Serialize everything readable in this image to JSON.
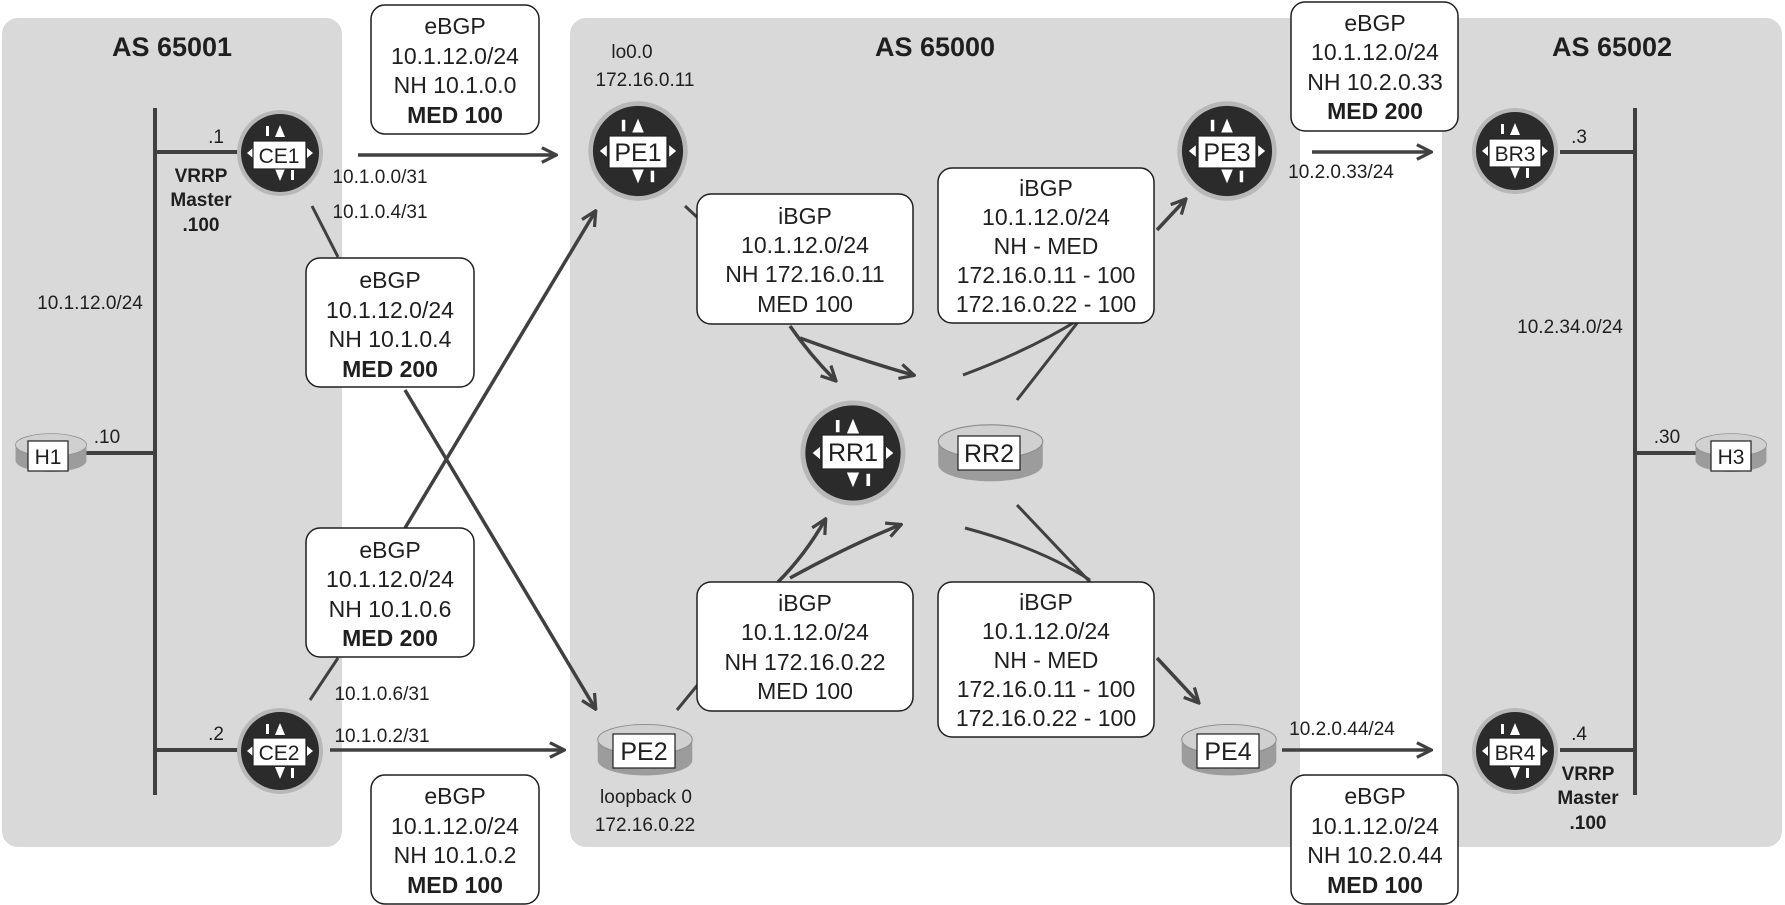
{
  "regions": {
    "as65001": "AS 65001",
    "as65000": "AS 65000",
    "as65002": "AS 65002"
  },
  "nodes": {
    "h1": "H1",
    "h3": "H3",
    "ce1": "CE1",
    "ce2": "CE2",
    "pe1": "PE1",
    "pe2": "PE2",
    "pe3": "PE3",
    "pe4": "PE4",
    "rr1": "RR1",
    "rr2": "RR2",
    "br3": "BR3",
    "br4": "BR4"
  },
  "labels": {
    "pe1_lo_name": "lo0.0",
    "pe1_lo_addr": "172.16.0.11",
    "pe2_lo_name": "loopback 0",
    "pe2_lo_addr": "172.16.0.22",
    "lan_left": "10.1.12.0/24",
    "lan_right": "10.2.34.0/24",
    "h1_addr": ".10",
    "h3_addr": ".30",
    "ce1_addr": ".1",
    "ce2_addr": ".2",
    "br3_addr": ".3",
    "br4_addr": ".4",
    "ce1_vrrp_1": "VRRP",
    "ce1_vrrp_2": "Master",
    "ce1_vrrp_3": ".100",
    "br4_vrrp_1": "VRRP",
    "br4_vrrp_2": "Master",
    "br4_vrrp_3": ".100",
    "link_ce1_pe1": "10.1.0.0/31",
    "link_ce1_pe2": "10.1.0.4/31",
    "link_ce2_pe1": "10.1.0.6/31",
    "link_ce2_pe2": "10.1.0.2/31",
    "link_pe3_br3": "10.2.0.33/24",
    "link_pe4_br4": "10.2.0.44/24"
  },
  "route_boxes": {
    "ce1_pe1": {
      "l1": "eBGP",
      "l2": "10.1.12.0/24",
      "l3": "NH 10.1.0.0",
      "l4": "MED 100"
    },
    "ce1_pe2": {
      "l1": "eBGP",
      "l2": "10.1.12.0/24",
      "l3": "NH 10.1.0.4",
      "l4": "MED 200"
    },
    "ce2_pe1": {
      "l1": "eBGP",
      "l2": "10.1.12.0/24",
      "l3": "NH 10.1.0.6",
      "l4": "MED 200"
    },
    "ce2_pe2": {
      "l1": "eBGP",
      "l2": "10.1.12.0/24",
      "l3": "NH 10.1.0.2",
      "l4": "MED 100"
    },
    "pe1_rr": {
      "l1": "iBGP",
      "l2": "10.1.12.0/24",
      "l3": "NH 172.16.0.11",
      "l4": "MED 100"
    },
    "pe2_rr": {
      "l1": "iBGP",
      "l2": "10.1.12.0/24",
      "l3": "NH 172.16.0.22",
      "l4": "MED 100"
    },
    "rr_pe3": {
      "l1": "iBGP",
      "l2": "10.1.12.0/24",
      "l3": "NH - MED",
      "l4": "172.16.0.11 - 100",
      "l5": "172.16.0.22 - 100"
    },
    "rr_pe4": {
      "l1": "iBGP",
      "l2": "10.1.12.0/24",
      "l3": "NH - MED",
      "l4": "172.16.0.11 - 100",
      "l5": "172.16.0.22 - 100"
    },
    "pe3_br3": {
      "l1": "eBGP",
      "l2": "10.1.12.0/24",
      "l3": "NH 10.2.0.33",
      "l4": "MED 200"
    },
    "pe4_br4": {
      "l1": "eBGP",
      "l2": "10.1.12.0/24",
      "l3": "NH 10.2.0.44",
      "l4": "MED 100"
    }
  },
  "colors": {
    "region_fill": "#d9d9d9",
    "router_dark": "#2b2b2b",
    "router_light": "#b3b3b3",
    "line": "#404040"
  }
}
